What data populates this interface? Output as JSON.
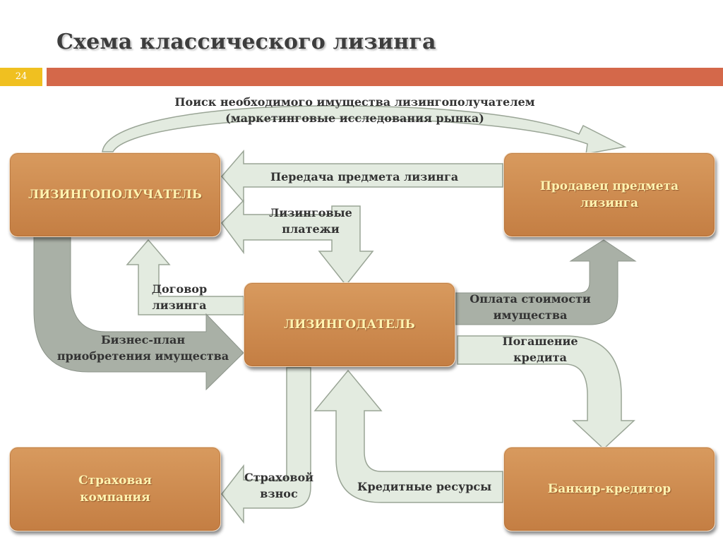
{
  "slide": {
    "title": "Схема классического лизинга",
    "number": "24"
  },
  "colors": {
    "title_bar": "#d4684a",
    "slide_number_box": "#f0c020",
    "box_fill": "#c98447",
    "box_text": "#fff3b0",
    "arrow_light": "#e3ebe0",
    "arrow_gray": "#a9b0a6"
  },
  "boxes": {
    "lessee": "ЛИЗИНГОПОЛУЧАТЕЛЬ",
    "seller": "Продавец предмета\nлизинга",
    "lessor": "ЛИЗИНГОДАТЕЛЬ",
    "insurer": "Страховая\nкомпания",
    "bank": "Банкир-кредитор"
  },
  "arrows": {
    "search": "Поиск необходимого  имущества лизингополучателем\n(маркетинговые исследования рынка)",
    "transfer": "Передача предмета лизинга",
    "payments": "Лизинговые\nплатежи",
    "contract": "Договор\nлизинга",
    "business_plan": "Бизнес-план\nприобретения имущества",
    "payment_cost": "Оплата стоимости\nимущества",
    "repayment": "Погашение\nкредита",
    "insurance_fee": "Страховой\nвзнос",
    "credit_resources": "Кредитные ресурсы"
  }
}
